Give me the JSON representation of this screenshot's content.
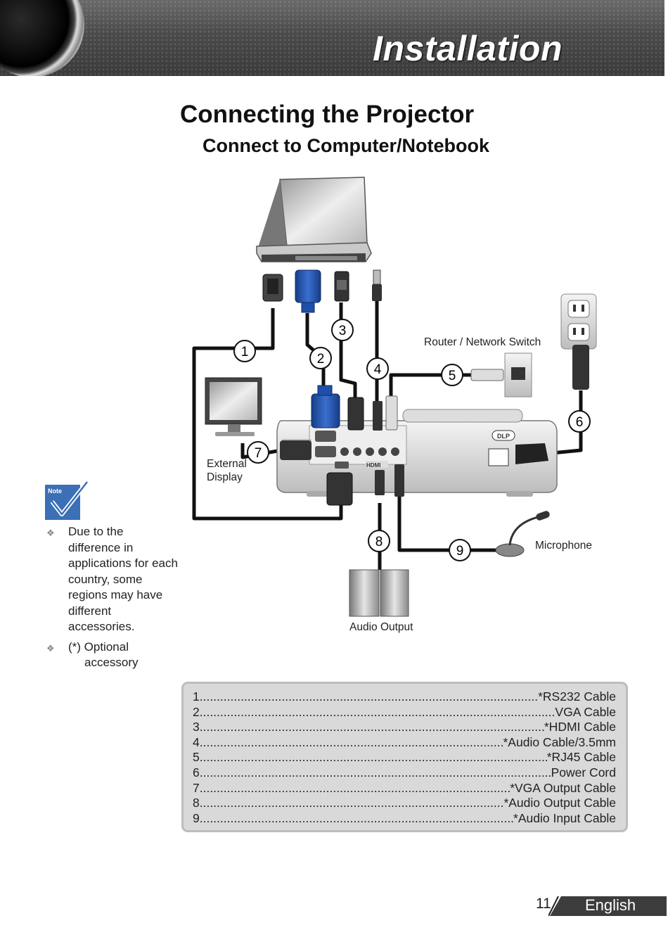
{
  "header": {
    "title": "Installation"
  },
  "section_title": "Connecting the Projector",
  "sub_title": "Connect to Computer/Notebook",
  "diagram": {
    "callouts": [
      "1",
      "2",
      "3",
      "4",
      "5",
      "6",
      "7",
      "8",
      "9"
    ],
    "labels": {
      "router": "Router / Network Switch",
      "external_display_1": "External",
      "external_display_2": "Display",
      "microphone": "Microphone",
      "audio_output": "Audio Output",
      "note_badge": "Note",
      "dlp_badge": "DLP",
      "hdmi_badge": "HDMI"
    }
  },
  "notes": [
    {
      "text": "Due to the difference in applications for each country, some regions may have different accessories."
    },
    {
      "text_prefix": "(*) Optional",
      "text_suffix": "accessory"
    }
  ],
  "legend": [
    {
      "num": "1",
      "item": "*RS232 Cable"
    },
    {
      "num": "2",
      "item": "VGA Cable"
    },
    {
      "num": "3",
      "item": "*HDMI Cable"
    },
    {
      "num": "4",
      "item": "*Audio Cable/3.5mm"
    },
    {
      "num": "5",
      "item": " *RJ45 Cable"
    },
    {
      "num": "6",
      "item": "Power Cord"
    },
    {
      "num": "7",
      "item": "*VGA Output Cable"
    },
    {
      "num": "8",
      "item": "*Audio Output Cable"
    },
    {
      "num": "9",
      "item": "*Audio Input Cable"
    }
  ],
  "footer": {
    "page_number": "11",
    "language": "English"
  },
  "colors": {
    "header_bg": "#4a4a4a",
    "legend_bg": "#d9d9d9",
    "vga_blue": "#1f4fa8",
    "note_blue": "#3b6fb6",
    "footer_bar": "#3c3c3c"
  }
}
